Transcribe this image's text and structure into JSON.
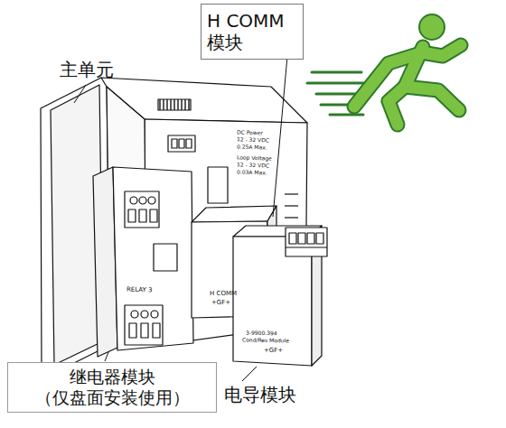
{
  "diagram": {
    "nodes": [
      {
        "text": [
          "H COMM 模块"
        ]
      },
      {
        "text": [
          "继电器模块 （仅盘面安装使用）"
        ]
      }
    ],
    "labels": [
      "主单元",
      "电导模块",
      "DC Power",
      "12 - 32 VDC",
      "0.25A Max.",
      "Loop Voltage",
      "12 - 32 VDC",
      "0.03A Max.",
      "RELAY 3",
      "H COMM",
      "3-9900.394",
      "Cond/Res Module",
      "+GF+",
      "+GF+"
    ]
  }
}
